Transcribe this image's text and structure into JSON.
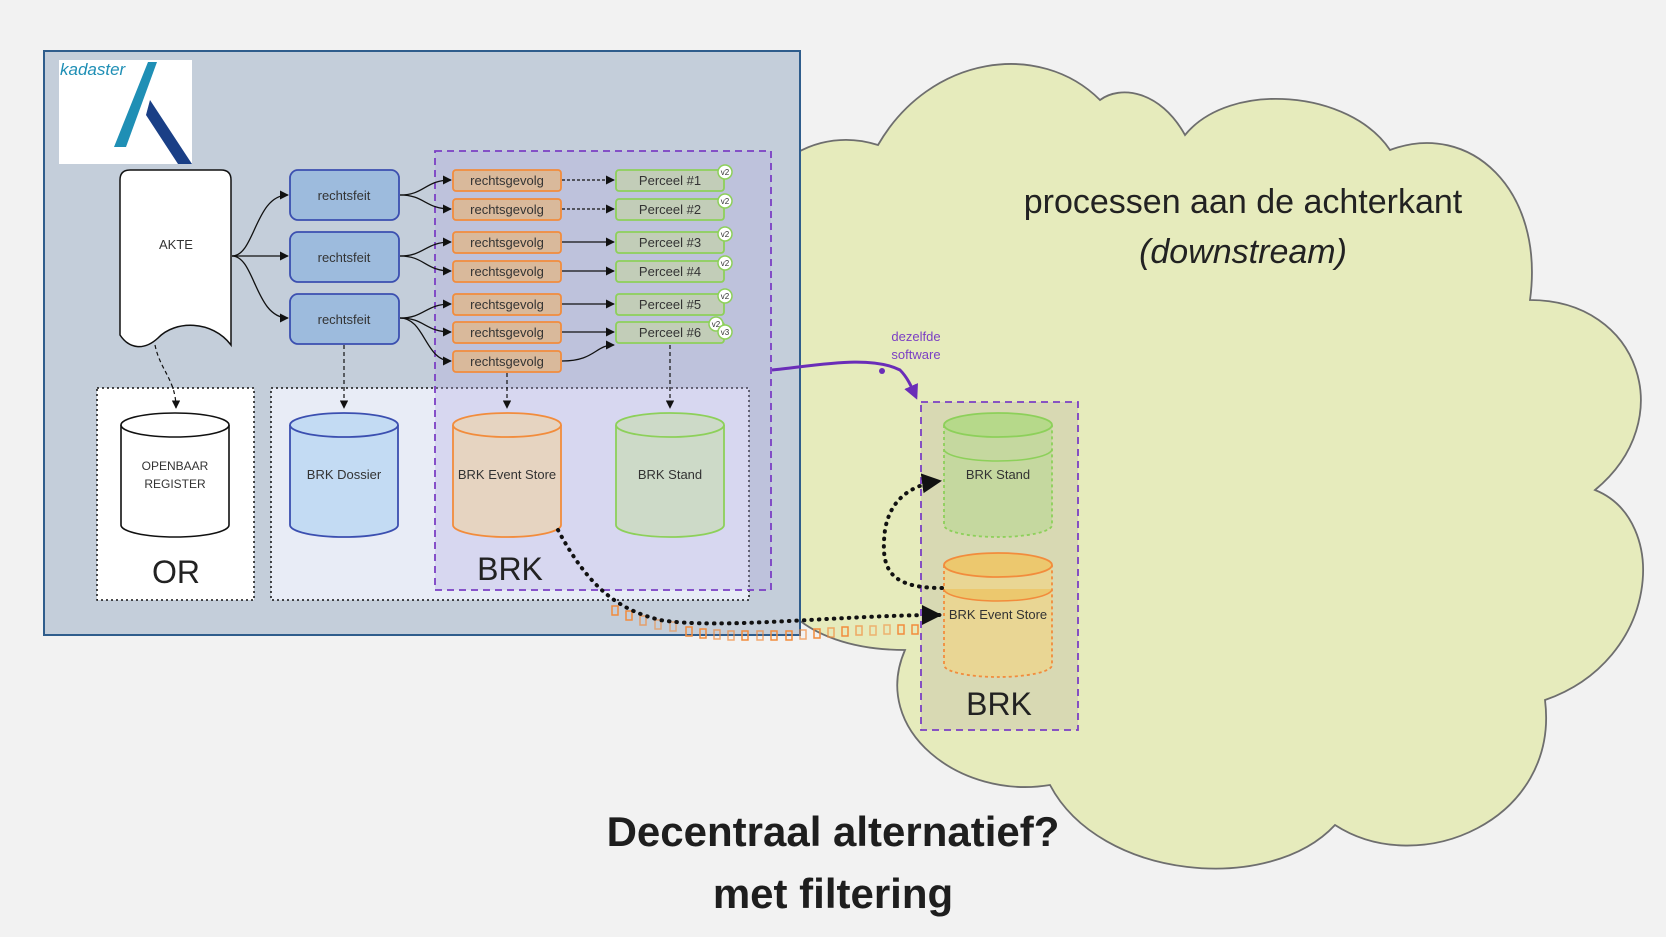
{
  "logo": {
    "text": "kadaster"
  },
  "akte": {
    "label": "AKTE"
  },
  "rechtsfeiten": [
    "rechtsfeit",
    "rechtsfeit",
    "rechtsfeit"
  ],
  "rechtsgevolgen": [
    "rechtsgevolg",
    "rechtsgevolg",
    "rechtsgevolg",
    "rechtsgevolg",
    "rechtsgevolg",
    "rechtsgevolg",
    "rechtsgevolg"
  ],
  "percelen": [
    {
      "label": "Perceel #1",
      "versions": [
        "v2"
      ]
    },
    {
      "label": "Perceel #2",
      "versions": [
        "v2"
      ]
    },
    {
      "label": "Perceel #3",
      "versions": [
        "v2"
      ]
    },
    {
      "label": "Perceel #4",
      "versions": [
        "v2"
      ]
    },
    {
      "label": "Perceel #5",
      "versions": [
        "v2"
      ]
    },
    {
      "label": "Perceel #6",
      "versions": [
        "v2",
        "v3"
      ]
    }
  ],
  "openbaar_register": {
    "line1": "OPENBAAR",
    "line2": "REGISTER",
    "group_label": "OR"
  },
  "brk_stores": {
    "dossier": "BRK Dossier",
    "event_store": "BRK Event Store",
    "stand": "BRK Stand",
    "group_label": "BRK"
  },
  "cloud": {
    "title": "processen aan de achterkant",
    "subtitle": "(downstream)",
    "note_line1": "dezelfde",
    "note_line2": "software",
    "stand": "BRK Stand",
    "event_store": "BRK Event Store",
    "group_label": "BRK"
  },
  "heading": {
    "line1": "Decentraal alternatief?",
    "line2": "met filtering"
  },
  "colors": {
    "background": "#f2f2f2",
    "kadaster_panel": "#c4ceda",
    "kadaster_border": "#2f5d8c",
    "blue_node": "#9dbbdd",
    "blue_border": "#3b4fb0",
    "orange_border": "#f28c3c",
    "green_border": "#8dd05a",
    "purple": "#7b3fc4",
    "cloud_fill": "#e6ebbc"
  }
}
